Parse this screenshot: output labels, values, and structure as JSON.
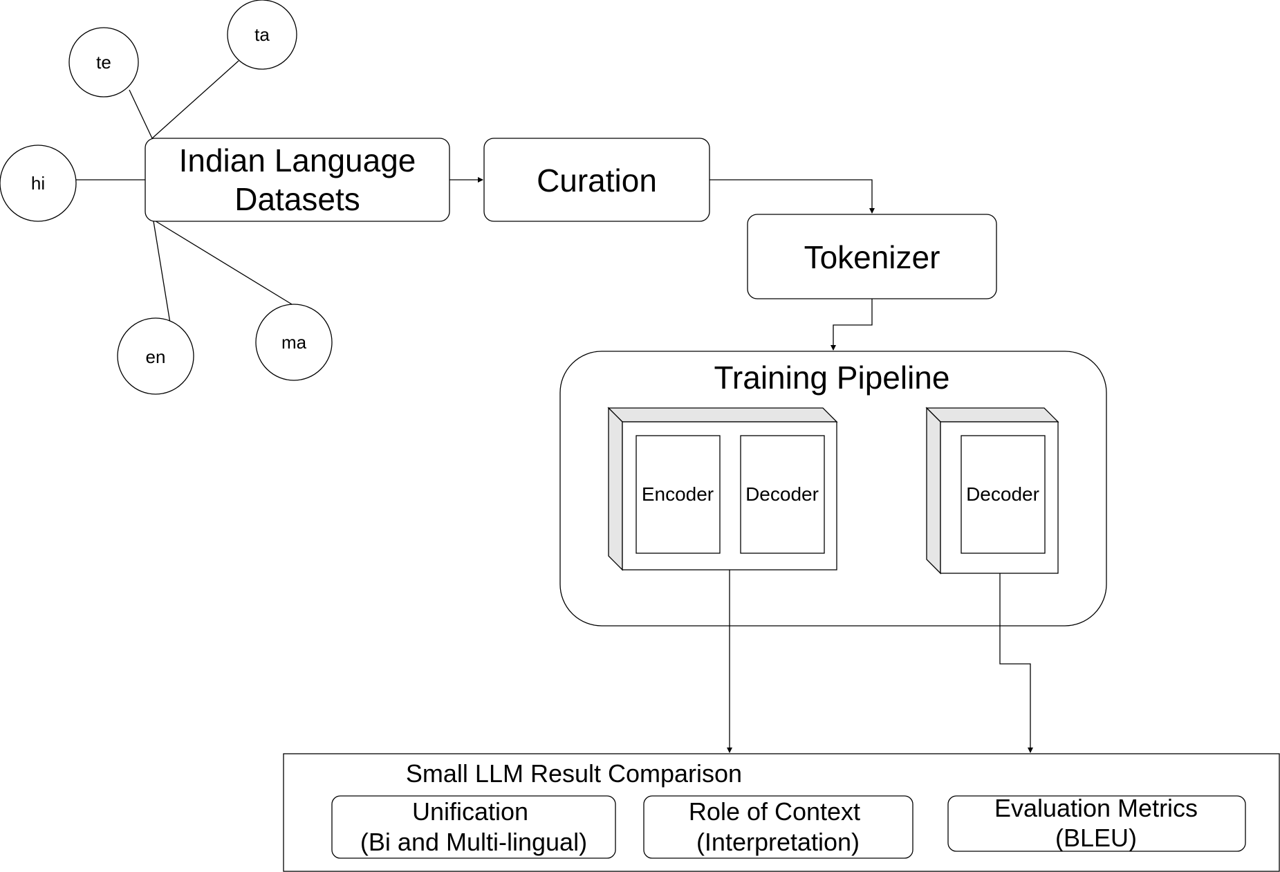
{
  "languages": [
    {
      "id": "te",
      "label": "te"
    },
    {
      "id": "ta",
      "label": "ta"
    },
    {
      "id": "hi",
      "label": "hi"
    },
    {
      "id": "en",
      "label": "en"
    },
    {
      "id": "ma",
      "label": "ma"
    }
  ],
  "datasets": {
    "line1": "Indian Language",
    "line2": "Datasets"
  },
  "curation": {
    "label": "Curation"
  },
  "tokenizer": {
    "label": "Tokenizer"
  },
  "training": {
    "title": "Training Pipeline",
    "encoder_decoder": {
      "encoder": "Encoder",
      "decoder": "Decoder"
    },
    "decoder_only": {
      "decoder": "Decoder"
    }
  },
  "results": {
    "title": "Small LLM Result Comparison",
    "items": [
      {
        "line1": "Unification",
        "line2": "(Bi and Multi-lingual)"
      },
      {
        "line1": "Role of Context",
        "line2": "(Interpretation)"
      },
      {
        "line1": "Evaluation Metrics",
        "line2": "(BLEU)"
      }
    ]
  },
  "colors": {
    "stroke": "#000000",
    "fill": "#ffffff",
    "side_fill": "#e6e6e6"
  }
}
